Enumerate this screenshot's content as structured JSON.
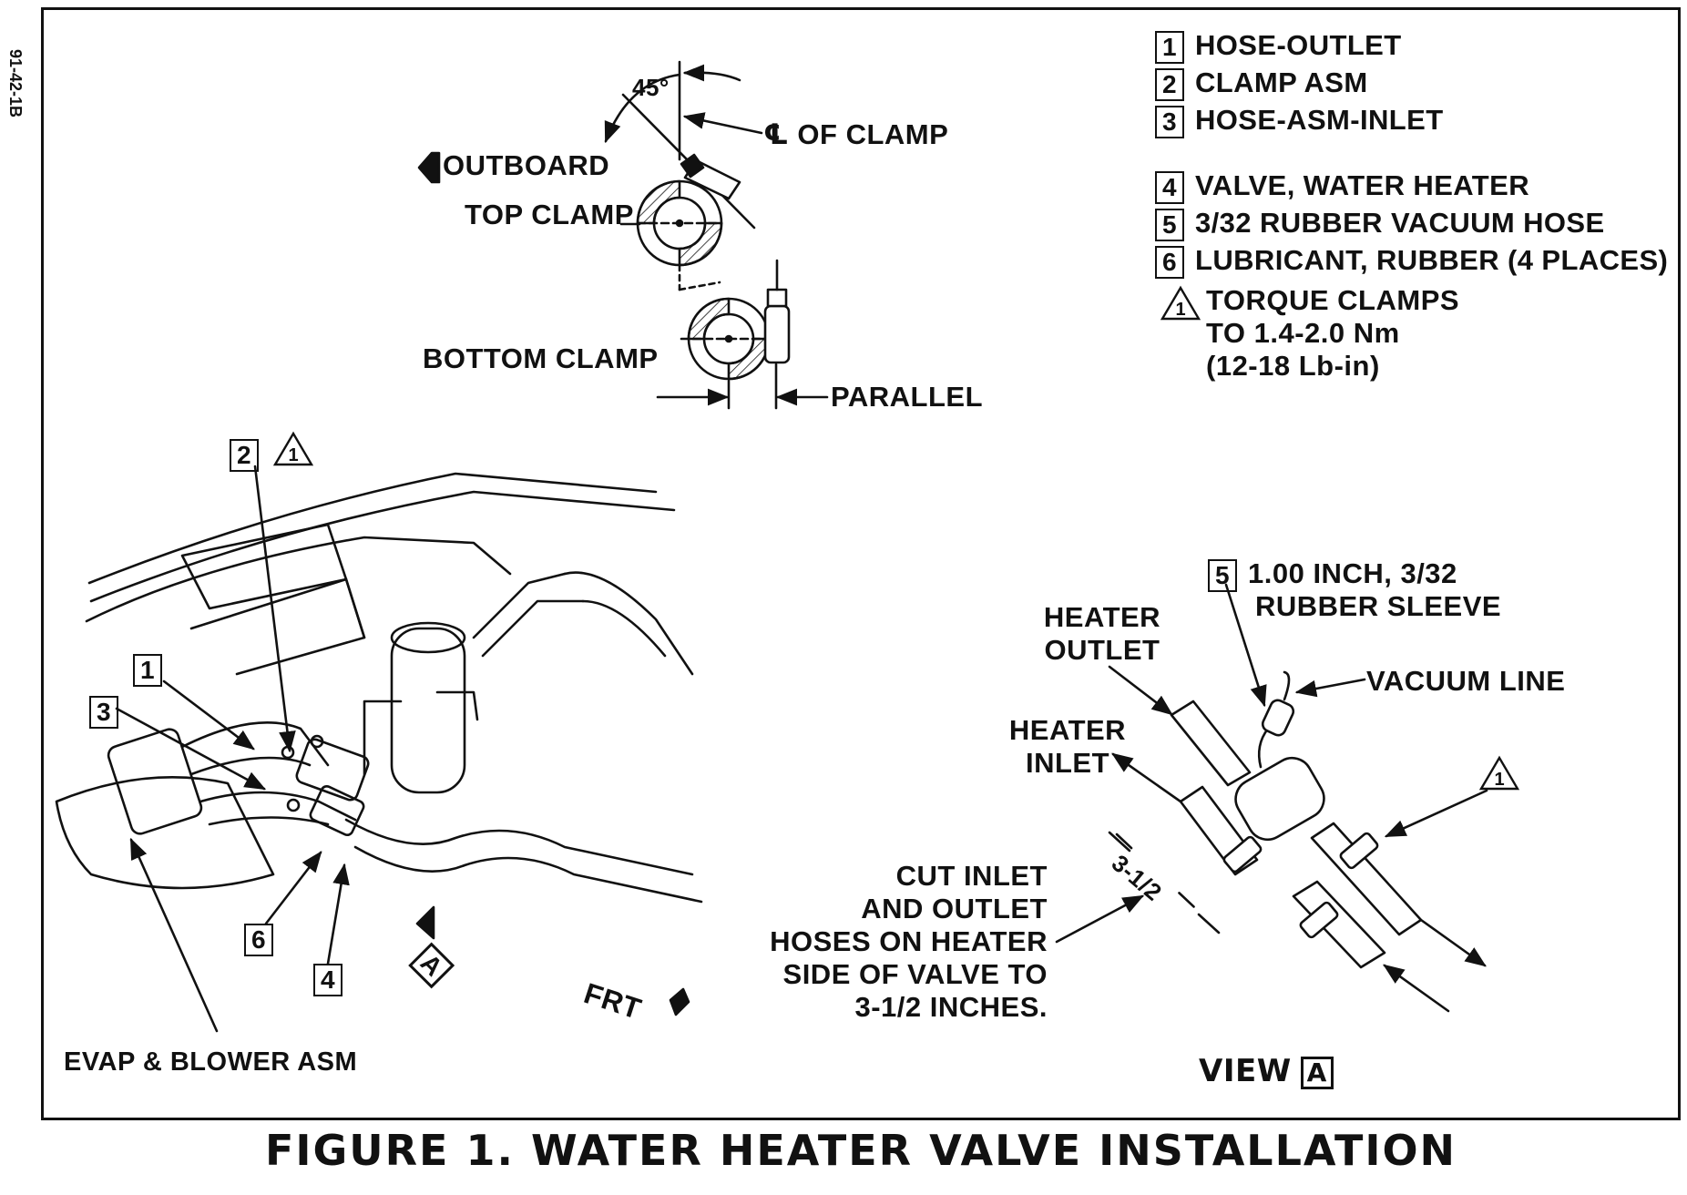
{
  "side_code": "91-42-1B",
  "caption": "FIGURE 1. WATER HEATER VALVE INSTALLATION",
  "legend": [
    {
      "num": "1",
      "text": "HOSE-OUTLET"
    },
    {
      "num": "2",
      "text": "CLAMP ASM"
    },
    {
      "num": "3",
      "text": "HOSE-ASM-INLET"
    },
    {
      "num": "4",
      "text": "VALVE, WATER HEATER"
    },
    {
      "num": "5",
      "text": "3/32 RUBBER VACUUM HOSE"
    },
    {
      "num": "6",
      "text": "LUBRICANT, RUBBER (4 PLACES)"
    }
  ],
  "torque_note": {
    "num": "1",
    "lines": [
      "TORQUE CLAMPS",
      "TO 1.4-2.0 Nm",
      "(12-18 Lb-in)"
    ]
  },
  "clamp_detail": {
    "angle": "45°",
    "centerline_symbol": "℄",
    "centerline": "OF CLAMP",
    "outboard": "OUTBOARD",
    "top_clamp": "TOP CLAMP",
    "bottom_clamp": "BOTTOM CLAMP",
    "parallel": "PARALLEL"
  },
  "main_view": {
    "callouts": [
      "2",
      "1",
      "3",
      "6",
      "4"
    ],
    "torque_num": "1",
    "view_ref": "A",
    "front": "FRT",
    "evap": "EVAP & BLOWER ASM"
  },
  "view_a": {
    "sleeve_num": "5",
    "sleeve_lines": [
      "1.00 INCH, 3/32",
      "RUBBER SLEEVE"
    ],
    "heater_outlet": [
      "HEATER",
      "OUTLET"
    ],
    "heater_inlet": [
      "HEATER",
      "INLET"
    ],
    "vacuum_line": "VACUUM LINE",
    "torque_num": "1",
    "dimension": "3-1/2",
    "cut_note": [
      "CUT INLET",
      "AND OUTLET",
      "HOSES ON HEATER",
      "SIDE OF VALVE TO",
      "3-1/2 INCHES."
    ],
    "view_label": "VIEW",
    "view_letter": "A"
  }
}
